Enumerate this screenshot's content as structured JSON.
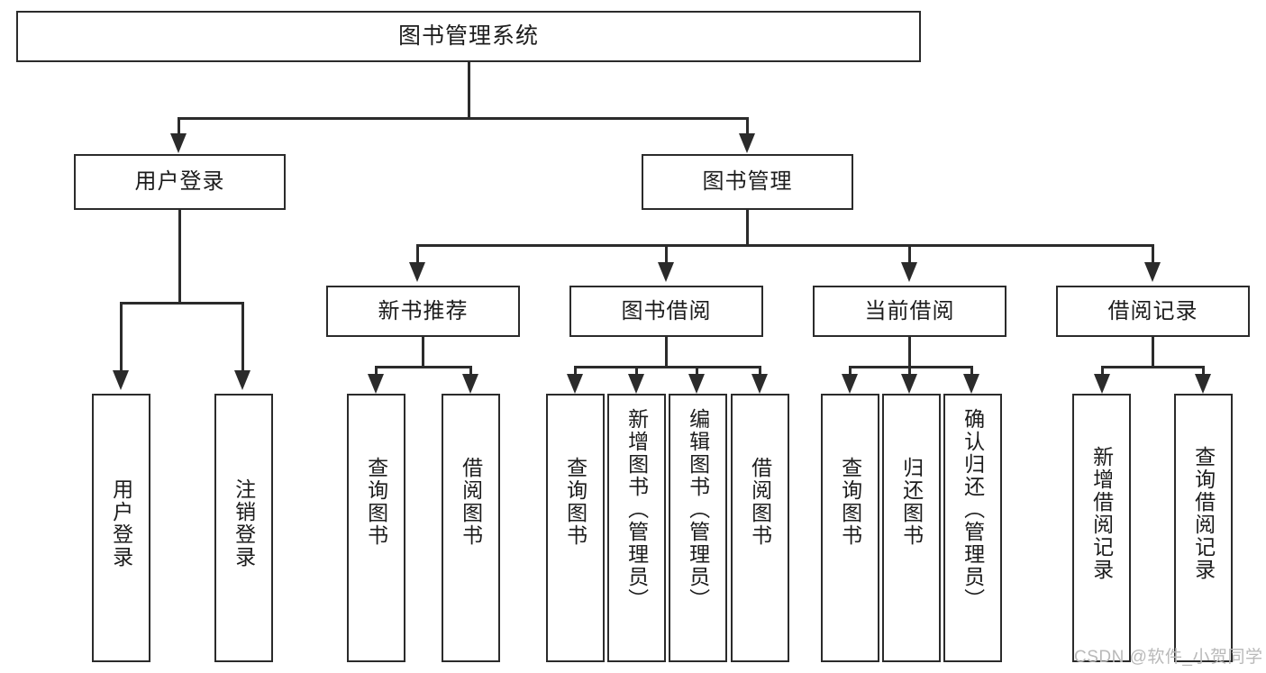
{
  "diagram": {
    "title": "图书管理系统",
    "type": "tree-hierarchy",
    "watermark": "CSDN @软件_小贺同学",
    "colors": {
      "stroke": "#2b2b2b",
      "fill": "#ffffff",
      "text": "#1c1c1c",
      "watermark": "#b9b9b9"
    },
    "root": {
      "label": "图书管理系统"
    },
    "level2": [
      {
        "label": "用户登录"
      },
      {
        "label": "图书管理"
      }
    ],
    "level3": [
      {
        "label": "新书推荐"
      },
      {
        "label": "图书借阅"
      },
      {
        "label": "当前借阅"
      },
      {
        "label": "借阅记录"
      }
    ],
    "leaves": {
      "user_login": [
        {
          "label": "用户登录"
        },
        {
          "label": "注销登录"
        }
      ],
      "new_book": [
        {
          "label": "查询图书"
        },
        {
          "label": "借阅图书"
        }
      ],
      "book_borrow": [
        {
          "label": "查询图书"
        },
        {
          "label": "新增图书（管理员）"
        },
        {
          "label": "编辑图书（管理员）"
        },
        {
          "label": "借阅图书"
        }
      ],
      "current_borrow": [
        {
          "label": "查询图书"
        },
        {
          "label": "归还图书"
        },
        {
          "label": "确认归还（管理员）"
        }
      ],
      "borrow_record": [
        {
          "label": "新增借阅记录"
        },
        {
          "label": "查询借阅记录"
        }
      ]
    }
  }
}
